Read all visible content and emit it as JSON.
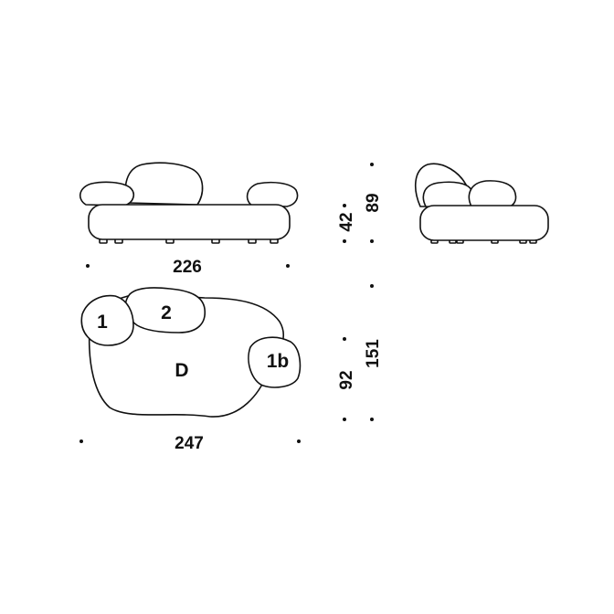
{
  "front_view": {
    "width_label": "226"
  },
  "side_view": {
    "seat_height_label": "42",
    "total_height_label": "89"
  },
  "plan_view": {
    "width_label": "247",
    "depth_label": "151",
    "seat_depth_label": "92",
    "modules": {
      "module_1": "1",
      "module_2": "2",
      "module_1b": "1b",
      "module_d": "D"
    }
  },
  "colors": {
    "line": "#111111",
    "background": "#ffffff"
  }
}
